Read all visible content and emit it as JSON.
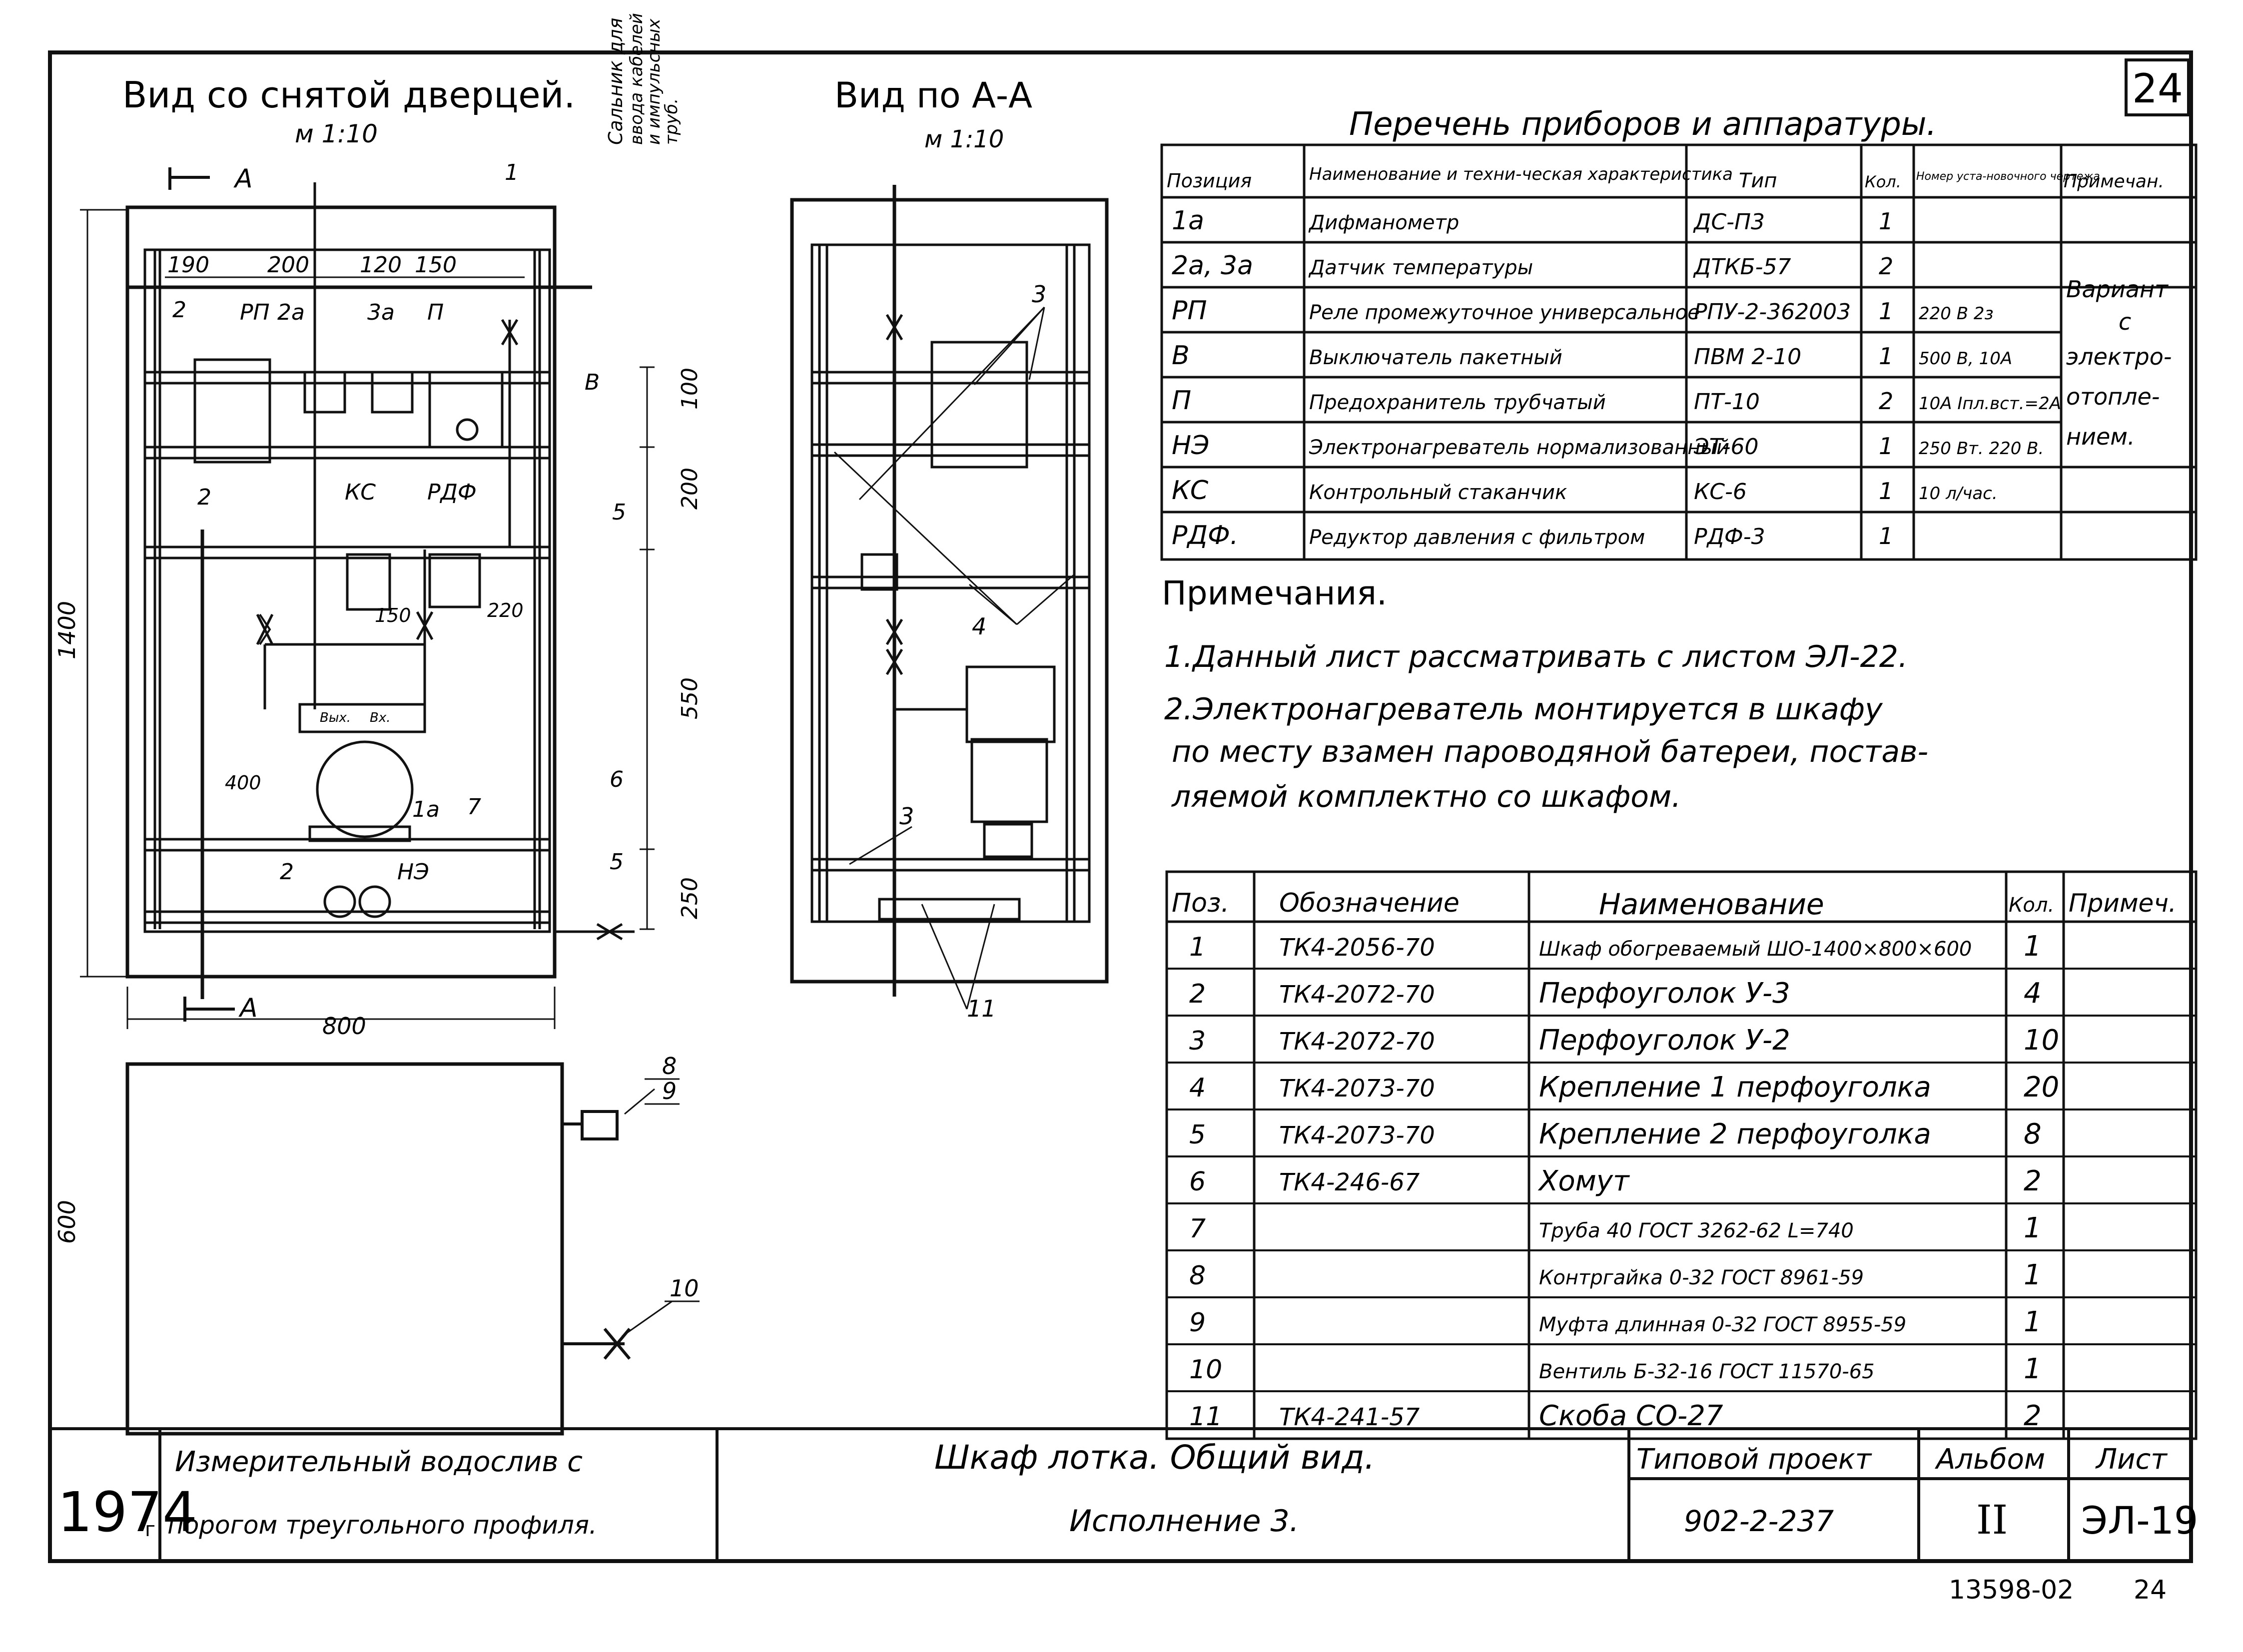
{
  "sheet_number_top": "24",
  "view_main": {
    "title": "Вид со снятой дверцей.",
    "scale": "м 1:10"
  },
  "view_section": {
    "title": "Вид по А-А",
    "scale": "м 1:10"
  },
  "gland_note": [
    "Сальник для",
    "ввода кабелей",
    "и импульсных",
    "труб."
  ],
  "section_mark": "А",
  "dims_main": {
    "top_chain": [
      "190",
      "200",
      "120",
      "150"
    ],
    "vertical": [
      "100",
      "200",
      "550",
      "250"
    ],
    "overall_height": "1400",
    "width": "800",
    "small": [
      "150",
      "220",
      "400"
    ],
    "door_height": "600"
  },
  "labels_main": [
    "1",
    "2",
    "РП",
    "2а",
    "3а",
    "П",
    "В",
    "2",
    "КС",
    "РДФ",
    "5",
    "1а",
    "7",
    "6",
    "2",
    "НЭ",
    "5",
    "Вых.",
    "Вх."
  ],
  "labels_section": [
    "3",
    "4",
    "3",
    "11"
  ],
  "labels_door": [
    "8",
    "9",
    "10"
  ],
  "instruments": {
    "title": "Перечень приборов и аппаратуры.",
    "headers": [
      "Позиция",
      "Наименование и техни-ческая характеристика",
      "Тип",
      "Кол.",
      "Номер уста-новочного чертежа",
      "Примечан."
    ],
    "rows": [
      [
        "1а",
        "Дифманометр",
        "ДС-П3",
        "1",
        ""
      ],
      [
        "2а, 3а",
        "Датчик температуры",
        "ДТКБ-57",
        "2",
        ""
      ],
      [
        "РП",
        "Реле промежуточное универсальное",
        "РПУ-2-362003",
        "1",
        "220 В 2з"
      ],
      [
        "В",
        "Выключатель пакетный",
        "ПВМ 2-10",
        "1",
        "500 В, 10А"
      ],
      [
        "П",
        "Предохранитель трубчатый",
        "ПТ-10",
        "2",
        "10А Iпл.вст.=2А"
      ],
      [
        "НЭ",
        "Электронагреватель нормализованный",
        "ЭТ-60",
        "1",
        "250 Вт. 220 В."
      ],
      [
        "КС",
        "Контрольный стаканчик",
        "КС-6",
        "1",
        "10 л/час."
      ],
      [
        "РДФ.",
        "Редуктор давления с фильтром",
        "РДФ-3",
        "1",
        ""
      ]
    ],
    "note_lines": [
      "Вариант",
      "с",
      "электро-",
      "отопле-",
      "нием."
    ]
  },
  "notes": {
    "title": "Примечания.",
    "lines": [
      "1.Данный лист рассматривать с листом ЭЛ-22.",
      "2.Электронагреватель монтируется в шкафу",
      "по месту взамен пароводяной батереи, постав-",
      "ляемой комплектно со шкафом."
    ]
  },
  "spec": {
    "headers": [
      "Поз.",
      "Обозначение",
      "Наименование",
      "Кол.",
      "Примеч."
    ],
    "rows": [
      [
        "1",
        "ТК4-2056-70",
        "Шкаф обогреваемый ШО-1400×800×600",
        "1"
      ],
      [
        "2",
        "ТК4-2072-70",
        "Перфоуголок У-3",
        "4"
      ],
      [
        "3",
        "ТК4-2072-70",
        "Перфоуголок У-2",
        "10"
      ],
      [
        "4",
        "ТК4-2073-70",
        "Крепление 1 перфоуголка",
        "20"
      ],
      [
        "5",
        "ТК4-2073-70",
        "Крепление 2 перфоуголка",
        "8"
      ],
      [
        "6",
        "ТК4-246-67",
        "Хомут",
        "2"
      ],
      [
        "7",
        "",
        "Труба 40 ГОСТ 3262-62 L=740",
        "1"
      ],
      [
        "8",
        "",
        "Контргайка 0-32 ГОСТ 8961-59",
        "1"
      ],
      [
        "9",
        "",
        "Муфта длинная 0-32 ГОСТ 8955-59",
        "1"
      ],
      [
        "10",
        "",
        "Вентиль Б-32-16 ГОСТ 11570-65",
        "1"
      ],
      [
        "11",
        "ТК4-241-57",
        "Скоба СО-27",
        "2"
      ]
    ]
  },
  "title_block": {
    "year": "1974",
    "year_suffix": "г",
    "object_line1": "Измерительный водослив с",
    "object_line2": "порогом треугольного профиля.",
    "drawing_title": "Шкаф лотка. Общий вид.",
    "execution": "Исполнение 3.",
    "project_label": "Типовой проект",
    "project_number": "902-2-237",
    "album_label": "Альбом",
    "album_number": "II",
    "sheet_label": "Лист",
    "sheet_number": "ЭЛ-19"
  },
  "archive_number": "13598-02",
  "archive_page": "24"
}
